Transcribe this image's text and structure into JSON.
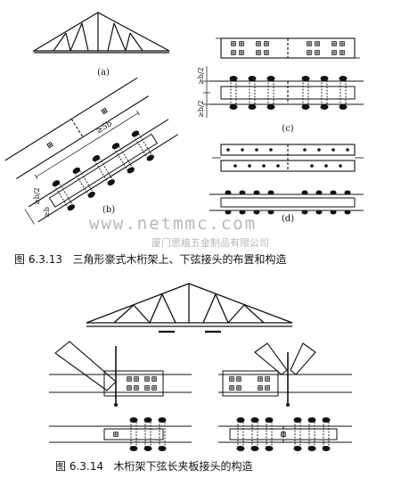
{
  "figure_6_3_13": {
    "number": "图 6.3.13",
    "title": "三角形豪式木桁架上、下弦接头的布置和构造",
    "panel_a": "(a)",
    "panel_b": "(b)",
    "panel_c": "(c)",
    "panel_d": "(d)",
    "dim_5b": "≥5b",
    "dim_b2": "≥b/2",
    "dim_b": "≥b"
  },
  "figure_6_3_14": {
    "number": "图 6.3.14",
    "title": "木桁架下弦长夹板接头的构造"
  },
  "watermark": {
    "url": "www.netmmc.com",
    "company": "厦门思植五金制品有限公司"
  }
}
